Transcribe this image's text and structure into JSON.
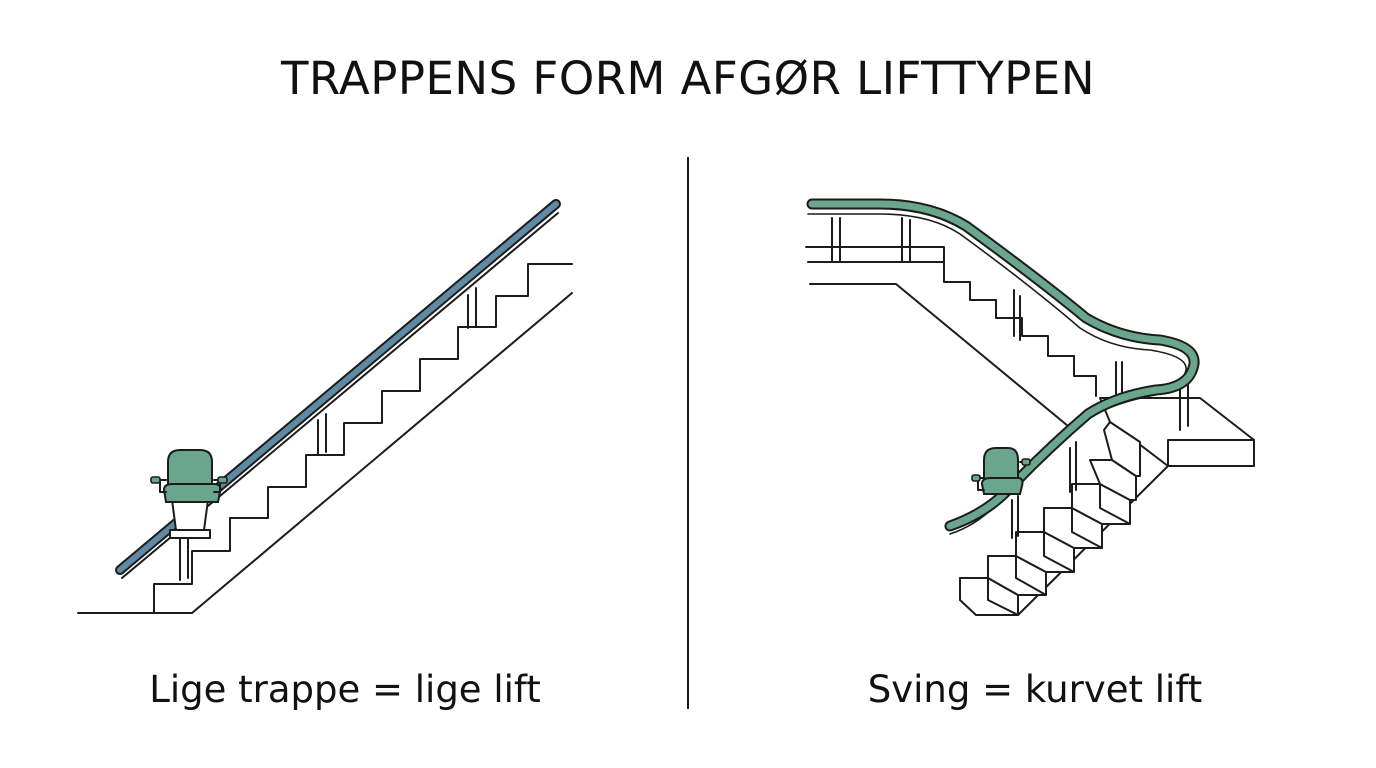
{
  "title": "TRAPPENS FORM AFGØR LIFTTYPEN",
  "left_panel": {
    "caption": "Lige trappe = lige lift",
    "rail_color": "#5f8aa3",
    "chair_color": "#6aa58d"
  },
  "right_panel": {
    "caption": "Sving = kurvet lift",
    "rail_color": "#6aa58d",
    "chair_color": "#6aa58d"
  }
}
